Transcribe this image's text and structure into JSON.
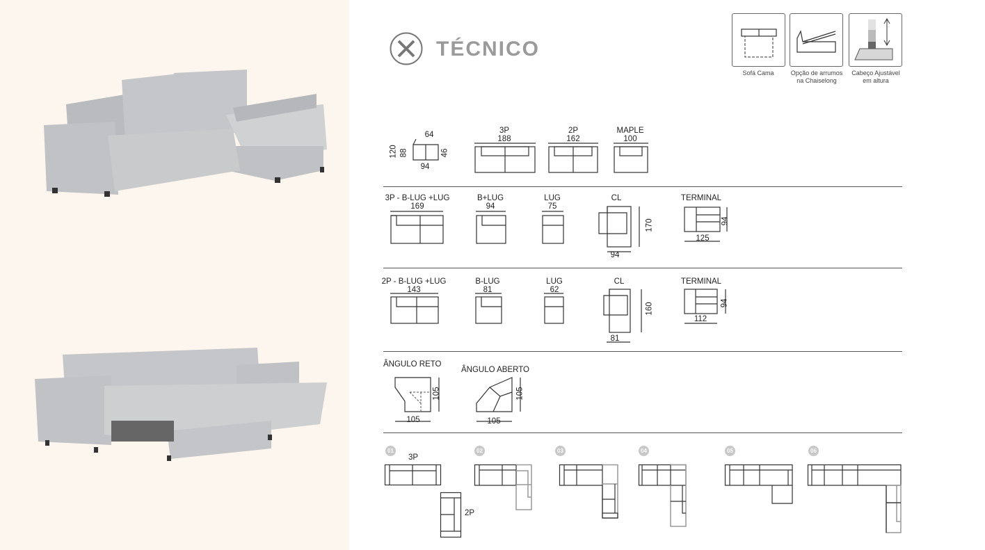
{
  "title": "TÉCNICO",
  "features": [
    {
      "label": "Sofá Cama"
    },
    {
      "label": "Opção de arrumos na Chaiselong"
    },
    {
      "label": "Cabeço Ajustável em altura"
    }
  ],
  "dimensions": {
    "height_total": "120",
    "height_seat_back": "88",
    "depth_seat": "64",
    "height_seat": "46",
    "depth": "94"
  },
  "row1": [
    {
      "name": "3P",
      "size": "188"
    },
    {
      "name": "2P",
      "size": "162"
    },
    {
      "name": "MAPLE",
      "size": "100"
    }
  ],
  "row2": [
    {
      "name": "3P - B-LUG +LUG",
      "size": "169"
    },
    {
      "name": "B+LUG",
      "size": "94"
    },
    {
      "name": "LUG",
      "size": "75"
    },
    {
      "name": "CL",
      "length": "170",
      "width": "94"
    },
    {
      "name": "TERMINAL",
      "width": "125",
      "depth": "94"
    }
  ],
  "row3": [
    {
      "name": "2P - B-LUG +LUG",
      "size": "143"
    },
    {
      "name": "B-LUG",
      "size": "81"
    },
    {
      "name": "LUG",
      "size": "62"
    },
    {
      "name": "CL",
      "length": "160",
      "width": "81"
    },
    {
      "name": "TERMINAL",
      "width": "112",
      "depth": "94"
    }
  ],
  "row4": [
    {
      "name": "ÂNGULO RETO",
      "w": "105",
      "h": "105"
    },
    {
      "name": "ÂNGULO ABERTO",
      "w": "105",
      "h": "105"
    }
  ],
  "configs": [
    {
      "num": "01",
      "labels": [
        "3P",
        "2P"
      ]
    },
    {
      "num": "02"
    },
    {
      "num": "03"
    },
    {
      "num": "04"
    },
    {
      "num": "05"
    },
    {
      "num": "06"
    }
  ]
}
